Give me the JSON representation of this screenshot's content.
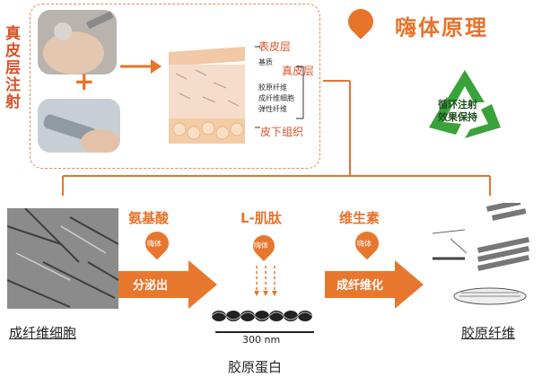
{
  "left_label": "真皮层注射",
  "plus_sign": "+",
  "skin_layers": {
    "epidermis": "表皮层",
    "dermis": "真皮层",
    "subcutaneous": "皮下组织",
    "components": [
      "基质",
      "胶原纤维",
      "成纤维细胞",
      "弹性纤维"
    ]
  },
  "title": "嗨体原理",
  "recycle_text": [
    "循环注射",
    "效果保持"
  ],
  "steps": [
    {
      "top": "氨基酸",
      "drop": "嗨体",
      "arrow": "分泌出"
    },
    {
      "top": "L-肌肽",
      "drop": "嗨体"
    },
    {
      "top": "维生素",
      "drop": "嗨体",
      "arrow": "成纤维化"
    }
  ],
  "fibroblast_label": "成纤维细胞",
  "collagen_label": "胶原蛋白",
  "collagen_fiber_label": "胶原纤维",
  "scale": "300 nm",
  "colors": {
    "accent": "#e8732a",
    "recycle": "#3aa23a"
  }
}
